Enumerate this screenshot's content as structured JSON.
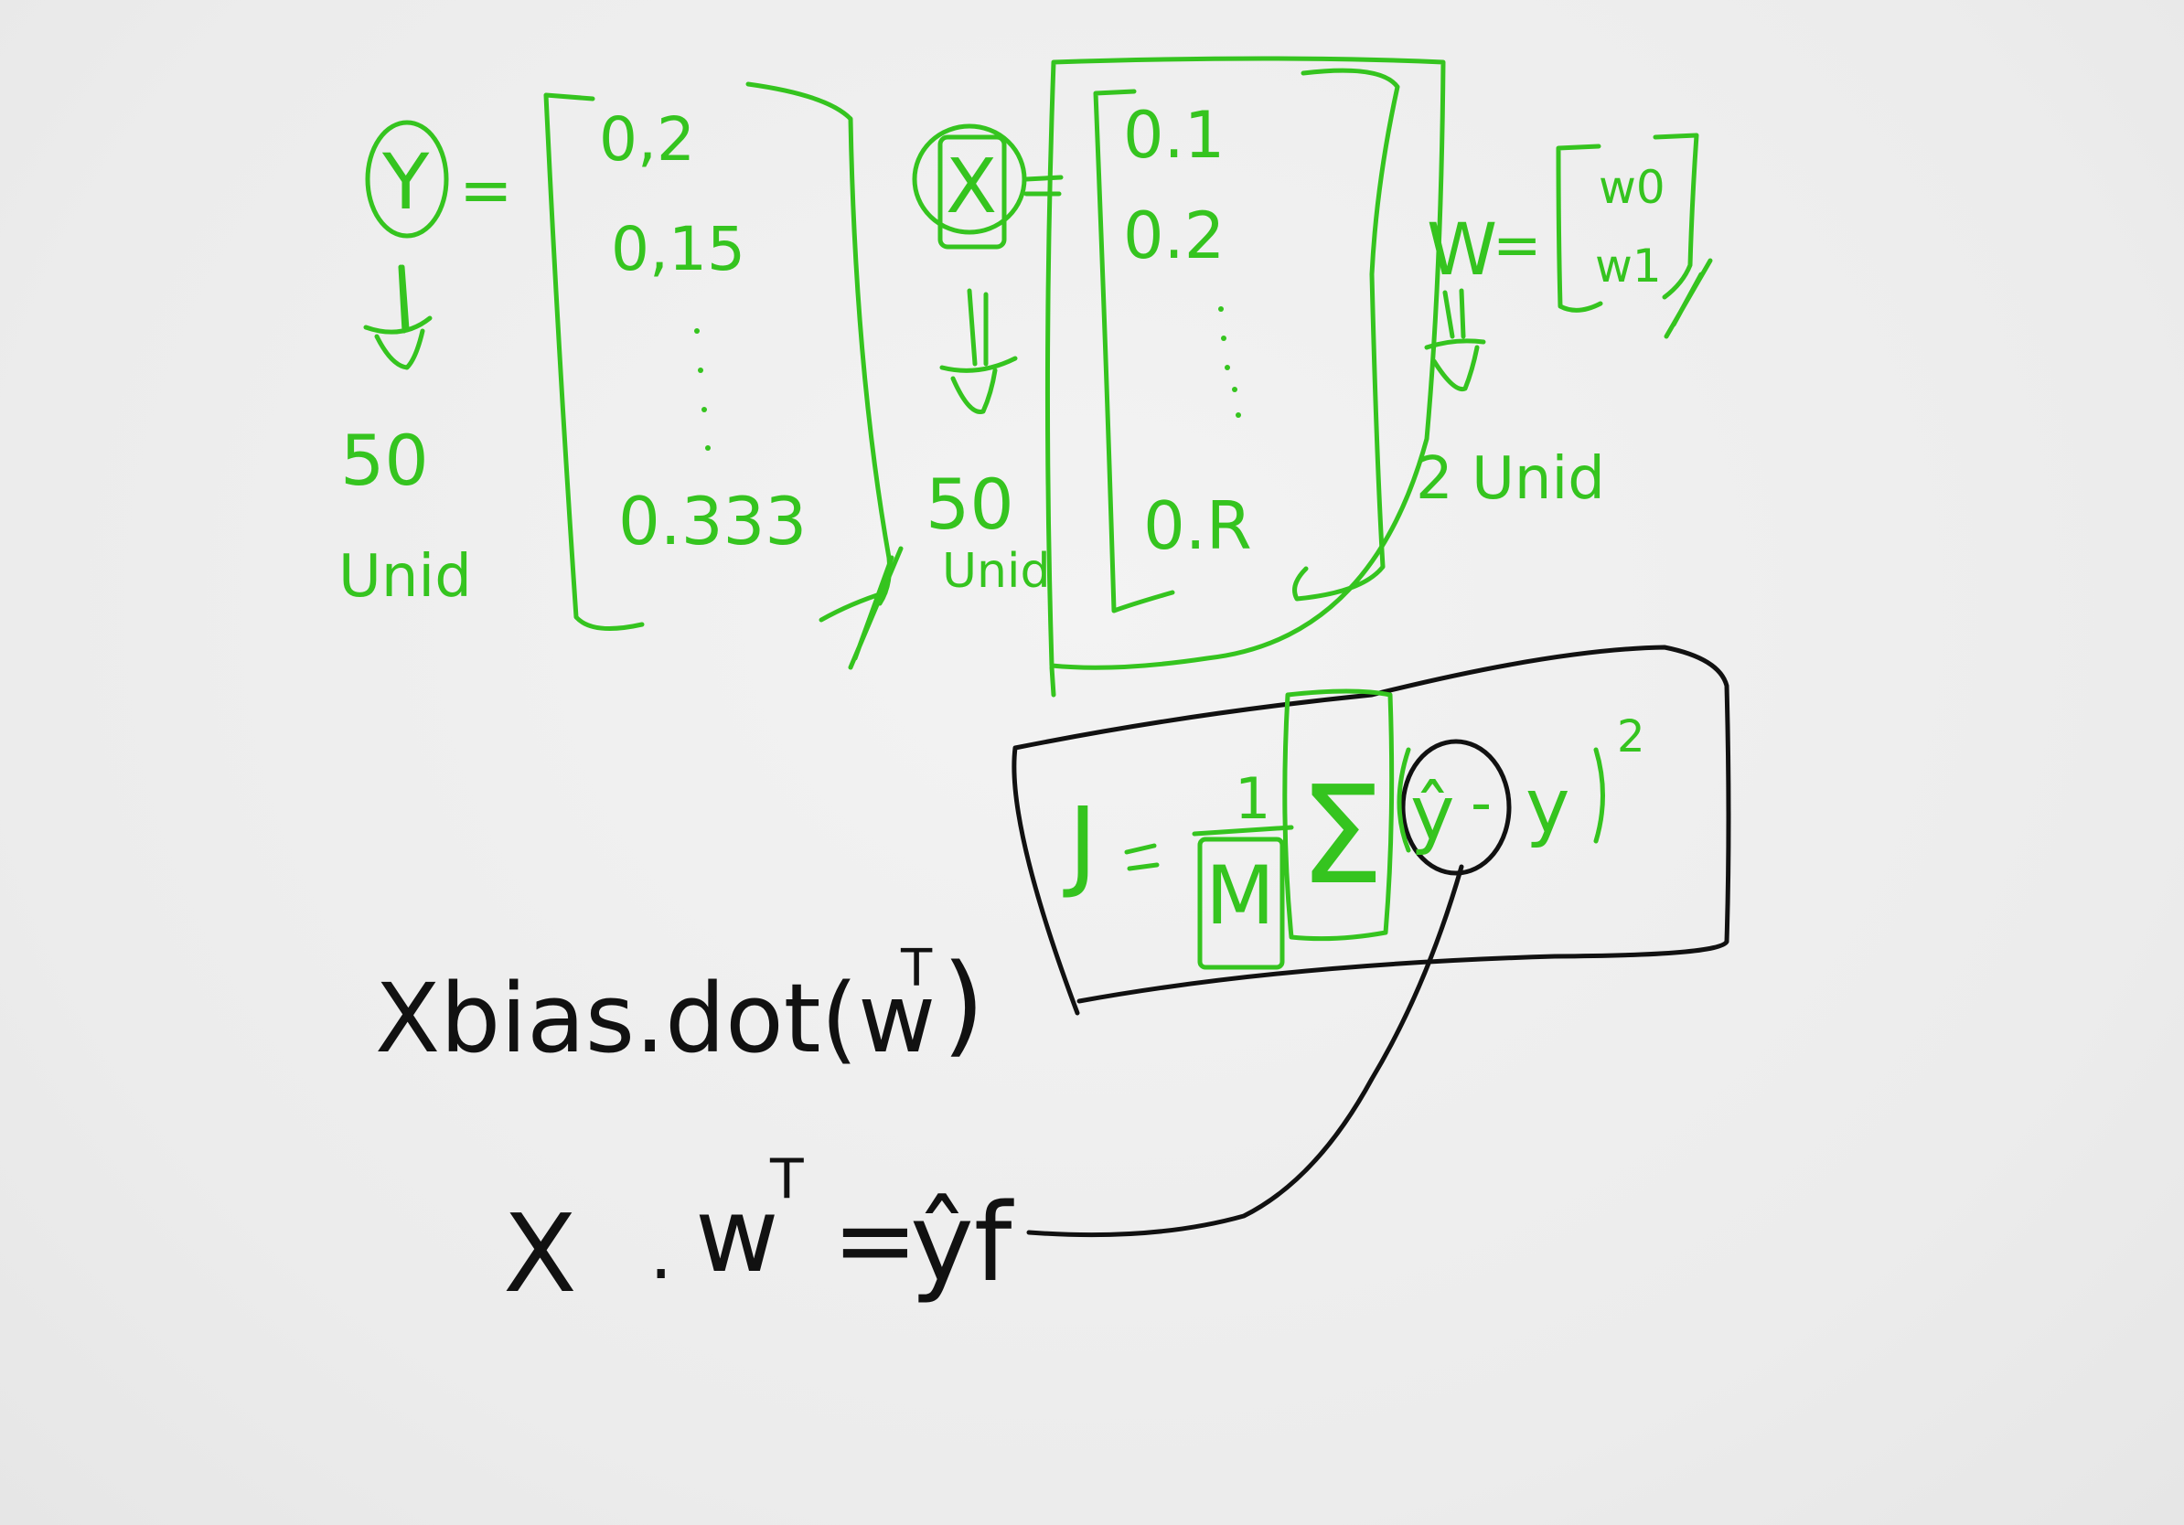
{
  "note": {
    "y_symbol": "Y",
    "equals": "=",
    "y_count": "50",
    "y_unit": "Unid",
    "y_values": [
      "0,2",
      "0,15",
      "0.333"
    ],
    "x_symbol": "X",
    "x_count": "50",
    "x_unit": "Unid",
    "x_values": [
      "0.1",
      "0.2",
      "0.R"
    ],
    "w_symbol": "W",
    "w_values": [
      "w0",
      "w1"
    ],
    "w_unit": "2 Unid",
    "cost_lhs": "J",
    "cost_frac_num": "1",
    "cost_frac_den": "M",
    "cost_sum": "Σ",
    "cost_yhat": "ŷ",
    "cost_minus": "-",
    "cost_y": "y",
    "cost_power": "2",
    "line1": "Xbias.dot(w",
    "line1_sup": "T",
    "line1_close": ")",
    "line2_x": "X",
    "line2_dot": ".",
    "line2_w": "w",
    "line2_sup": "T",
    "line2_eq": "=",
    "line2_rhs": "ŷf"
  },
  "colors": {
    "green_ink": "#35c41f",
    "black_ink": "#111111",
    "paper": "#efefef"
  }
}
